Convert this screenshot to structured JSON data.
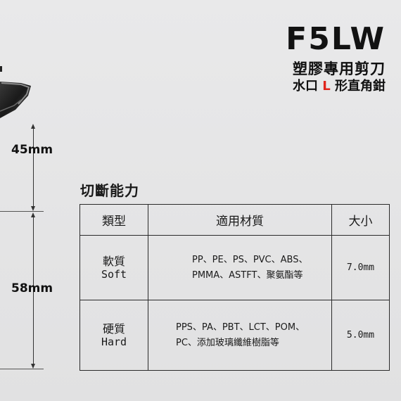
{
  "brand": {
    "logo": "F5LW",
    "subtitle": "塑膠專用剪刀",
    "tagline_prefix": "水口 ",
    "tagline_highlight": "L",
    "tagline_suffix": " 形直角鉗",
    "highlight_color": "#e0241b"
  },
  "dimensions": {
    "upper": "45mm",
    "lower": "58mm"
  },
  "table": {
    "title": "切斷能力",
    "headers": [
      "類型",
      "適用材質",
      "大小"
    ],
    "rows": [
      {
        "type_zh": "軟質",
        "type_en": "Soft",
        "materials_line1": "PP、PE、PS、PVC、ABS、",
        "materials_line2": "PMMA、ASTFT、聚氨酯等",
        "size": "7.0mm"
      },
      {
        "type_zh": "硬質",
        "type_en": "Hard",
        "materials_line1": "PPS、PA、PBT、LCT、POM、",
        "materials_line2": "PC、添加玻璃纖維樹脂等",
        "size": "5.0mm"
      }
    ]
  },
  "icons": {
    "tool": "plier-jaw-tip-image"
  }
}
